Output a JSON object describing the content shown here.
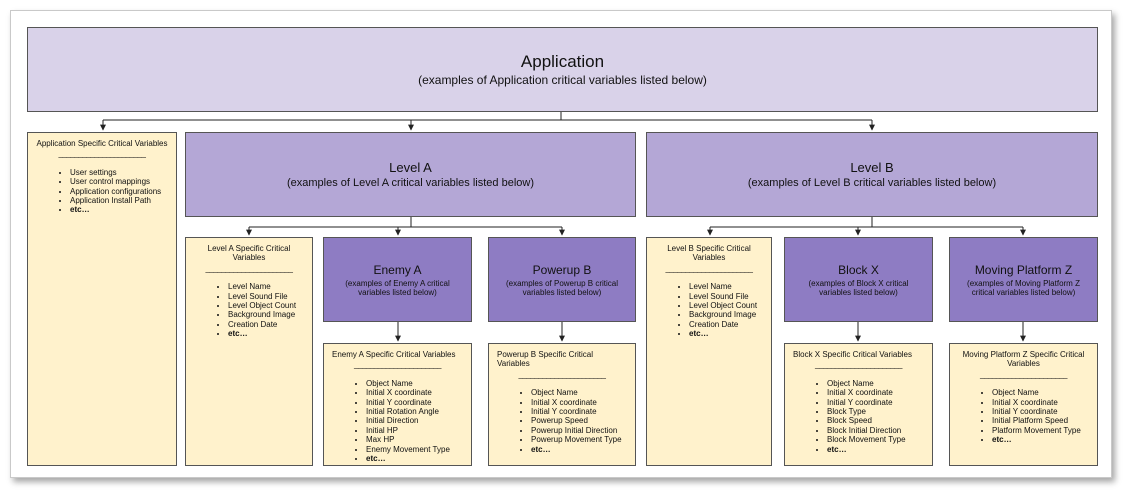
{
  "application": {
    "title": "Application",
    "subtitle": "(examples of Application critical variables listed below)",
    "notes": {
      "title": "Application Specific Critical Variables",
      "rule": "______________________",
      "items": [
        "User settings",
        "User control mappings",
        "Application configurations",
        "Application Install Path",
        "etc…"
      ]
    }
  },
  "levels": [
    {
      "title": "Level A",
      "subtitle": "(examples of Level A critical variables listed below)",
      "notes": {
        "title": "Level A Specific Critical Variables",
        "rule": "______________________",
        "items": [
          "Level Name",
          "Level Sound File",
          "Level Object Count",
          "Background Image",
          "Creation Date",
          "etc…"
        ]
      },
      "objects": [
        {
          "title": "Enemy A",
          "subtitle": "(examples of Enemy A critical variables listed below)",
          "notes": {
            "title": "Enemy A Specific Critical Variables",
            "rule": "______________________",
            "items": [
              "Object Name",
              "Initial X coordinate",
              "Initial Y coordinate",
              "Initial Rotation Angle",
              "Initial Direction",
              "Initial HP",
              "Max HP",
              "Enemy Movement Type",
              "etc…"
            ]
          }
        },
        {
          "title": "Powerup B",
          "subtitle": "(examples of Powerup B critical variables listed below)",
          "notes": {
            "title": "Powerup B Specific Critical Variables",
            "rule": "______________________",
            "items": [
              "Object Name",
              "Initial X coordinate",
              "Initial Y coordinate",
              "Powerup Speed",
              "Powerup Initial Direction",
              "Powerup Movement Type",
              "etc…"
            ]
          }
        }
      ]
    },
    {
      "title": "Level B",
      "subtitle": "(examples of Level B critical variables listed below)",
      "notes": {
        "title": "Level B Specific Critical Variables",
        "rule": "______________________",
        "items": [
          "Level Name",
          "Level Sound File",
          "Level Object Count",
          "Background Image",
          "Creation Date",
          "etc…"
        ]
      },
      "objects": [
        {
          "title": "Block X",
          "subtitle": "(examples of Block X critical variables listed below)",
          "notes": {
            "title": "Block X Specific Critical Variables",
            "rule": "______________________",
            "items": [
              "Object Name",
              "Initial X coordinate",
              "Initial Y coordinate",
              "Block Type",
              "Block Speed",
              "Block Initial Direction",
              "Block Movement Type",
              "etc…"
            ]
          }
        },
        {
          "title": "Moving Platform Z",
          "subtitle": "(examples of Moving Platform Z critical variables listed below)",
          "notes": {
            "title": "Moving Platform Z Specific Critical Variables",
            "rule": "______________________",
            "items": [
              "Object Name",
              "Initial X coordinate",
              "Initial Y coordinate",
              "Initial Platform Speed",
              "Platform Movement Type",
              "etc…"
            ]
          }
        }
      ]
    }
  ]
}
